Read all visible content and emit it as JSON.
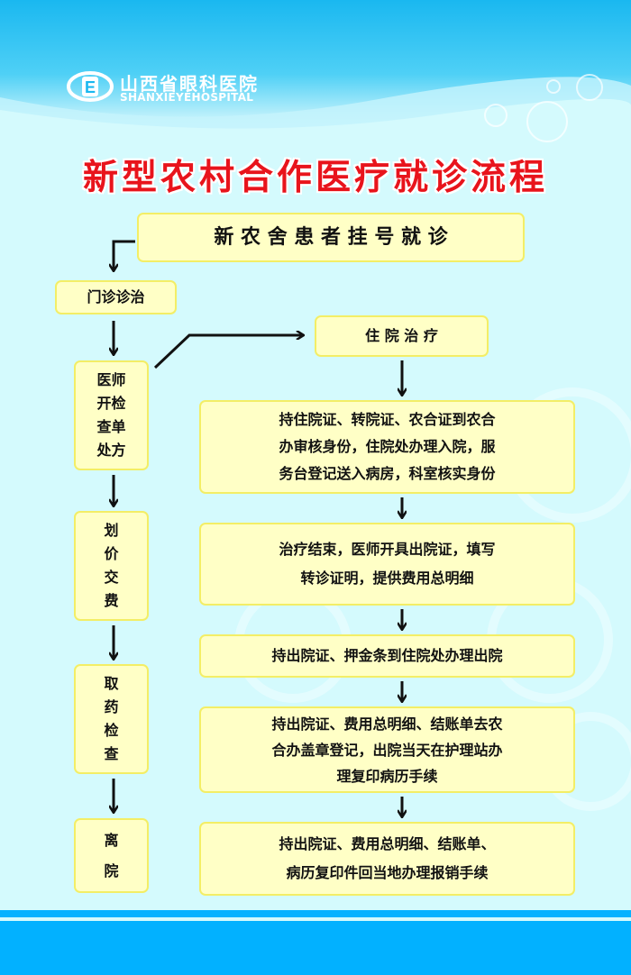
{
  "header": {
    "hospital_name_cn": "山西省眼科医院",
    "hospital_name_en": "SHANXIEYEHOSPITAL",
    "logo_letter": "E"
  },
  "title": "新型农村合作医疗就诊流程",
  "start": "新 农 舍 患 者 挂 号 就 诊",
  "left_column": [
    {
      "lines": [
        "门诊诊治"
      ]
    },
    {
      "lines": [
        "医师",
        "开检",
        "查单",
        "处方"
      ]
    },
    {
      "lines": [
        "划",
        "价",
        "交",
        "费"
      ]
    },
    {
      "lines": [
        "取",
        "药",
        "检",
        "查"
      ]
    },
    {
      "lines": [
        "离",
        "院"
      ]
    }
  ],
  "inpatient": "住 院 治 疗",
  "right_column": [
    {
      "lines": [
        "持住院证、转院证、农合证到农合",
        "办审核身份，住院处办理入院，服",
        "务台登记送入病房，科室核实身份"
      ]
    },
    {
      "lines": [
        "治疗结束，医师开具出院证，填写",
        "转诊证明，提供费用总明细"
      ]
    },
    {
      "lines": [
        "持出院证、押金条到住院处办理出院"
      ]
    },
    {
      "lines": [
        "持出院证、费用总明细、结账单去农",
        "合办盖章登记，出院当天在护理站办",
        "理复印病历手续"
      ]
    },
    {
      "lines": [
        "持出院证、费用总明细、结账单、",
        "病历复印件回当地办理报销手续"
      ]
    }
  ],
  "colors": {
    "title": "#e8141c",
    "box_fill": "#ffffc6",
    "box_border": "#f3ee66",
    "brand_blue": "#02b1ff"
  }
}
